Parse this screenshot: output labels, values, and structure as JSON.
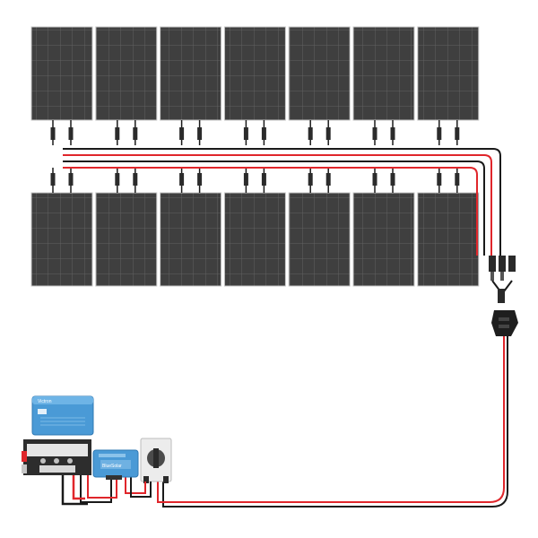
{
  "scene": {
    "background": "#ffffff",
    "panel_rows": [
      {
        "name": "top-row",
        "count": 7
      },
      {
        "name": "bottom-row",
        "count": 7
      }
    ],
    "panel_color": "#3f3f3f",
    "panel_grid_color": "#6a6a6a",
    "panel_frame_color": "#c9c9c9",
    "cable_positive_color": "#e0262b",
    "cable_negative_color": "#1a1a1a",
    "victron_blue": "#4a9ad6"
  },
  "devices": {
    "inverter": {
      "icon": "victron-inverter-icon",
      "label": "Victron"
    },
    "charger": {
      "icon": "victron-mppt-charger-icon",
      "label": "BlueSolar"
    },
    "isolator": {
      "icon": "dc-isolator-switch-icon"
    },
    "busbar": {
      "icon": "lynx-busbar-icon"
    },
    "combiner": {
      "icon": "mc4-branch-connector-icon"
    },
    "junction": {
      "icon": "junction-box-icon"
    }
  }
}
